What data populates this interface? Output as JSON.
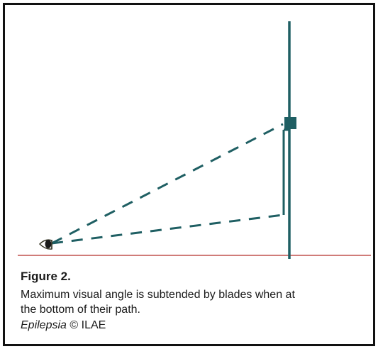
{
  "figure": {
    "title": "Figure 2.",
    "caption_line1": "Maximum visual angle is subtended by blades when at",
    "caption_line2": "the bottom of their path.",
    "credit_journal": "Epilepsia",
    "credit_rest": " © ILAE"
  },
  "colors": {
    "line": "#1f5f63",
    "ground": "#c0504d",
    "frame": "#111111",
    "text": "#1a1a1a"
  },
  "icons": {
    "eye": "eye-icon"
  }
}
